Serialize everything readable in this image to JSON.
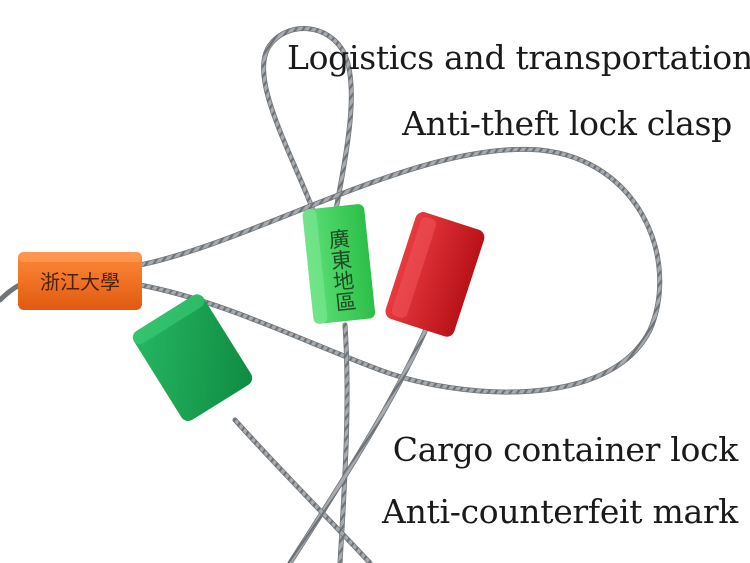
{
  "captions": {
    "line1": "Logistics and transportation",
    "line2": "Anti-theft lock clasp",
    "line3": "Cargo container lock",
    "line4": "Anti-counterfeit mark"
  },
  "seals": {
    "orange": {
      "text": "浙江大學",
      "color": "#f06a1c"
    },
    "light_green": {
      "text": "廣東地區",
      "color": "#3fd35a"
    },
    "red": {
      "color": "#d61f26"
    },
    "dark_green": {
      "color": "#19a552"
    }
  },
  "colors": {
    "background": "#ffffff",
    "cable": "#8a8f93",
    "text": "#1a1a1a"
  }
}
